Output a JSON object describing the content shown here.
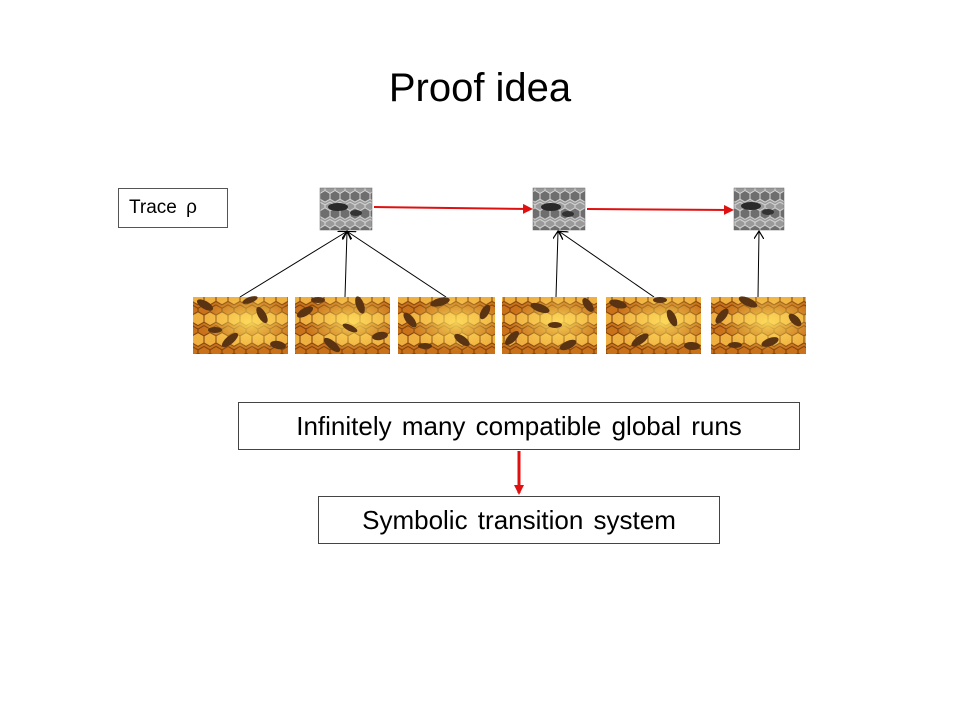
{
  "title": "Proof idea",
  "trace_label": "Trace  ρ",
  "box_top": "Infinitely many compatible global runs",
  "box_bottom": "Symbolic transition system",
  "colors": {
    "arrow_red": "#e01010",
    "arrow_black": "#000000",
    "honeycomb_gray": "#8c8c8c",
    "honey_orange": "#e89a20",
    "bee_brown": "#5a3412"
  },
  "trace_nodes": [
    {
      "kind": "honeycomb-thumbnail"
    },
    {
      "kind": "honeycomb-thumbnail"
    },
    {
      "kind": "honeycomb-thumbnail"
    }
  ],
  "global_runs": [
    {
      "kind": "bee-honeycomb-photo",
      "maps_to_node": 1
    },
    {
      "kind": "bee-honeycomb-photo",
      "maps_to_node": 1
    },
    {
      "kind": "bee-honeycomb-photo",
      "maps_to_node": 1
    },
    {
      "kind": "bee-honeycomb-photo",
      "maps_to_node": 2
    },
    {
      "kind": "bee-honeycomb-photo",
      "maps_to_node": 2
    },
    {
      "kind": "bee-honeycomb-photo",
      "maps_to_node": 3
    }
  ]
}
